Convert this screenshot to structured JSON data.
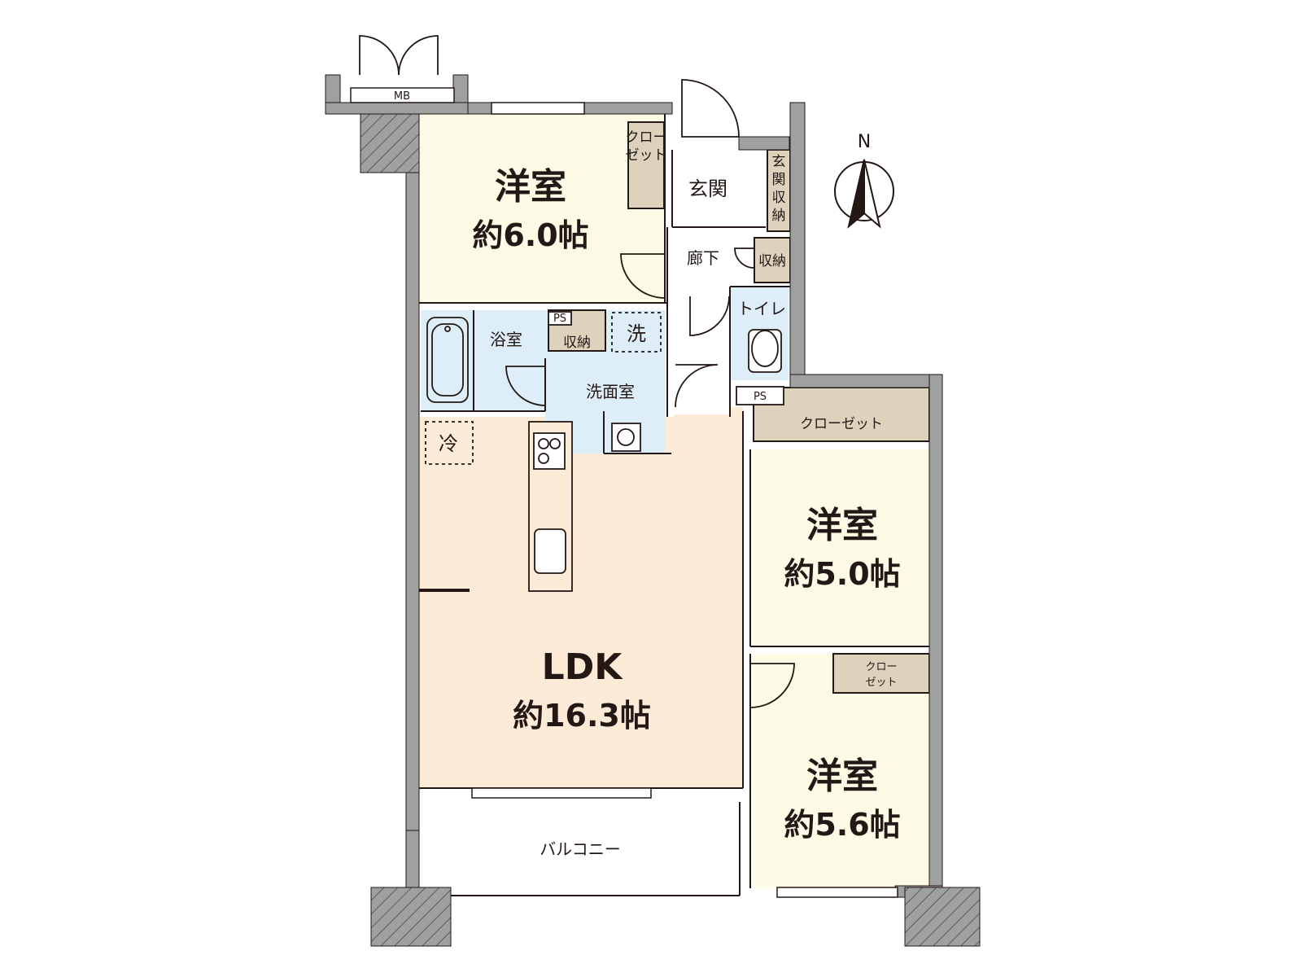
{
  "rooms": {
    "western_1": {
      "name": "洋室",
      "size": "約6.0帖"
    },
    "western_2": {
      "name": "洋室",
      "size": "約5.0帖"
    },
    "western_3": {
      "name": "洋室",
      "size": "約5.6帖"
    },
    "ldk": {
      "name": "LDK",
      "size": "約16.3帖"
    },
    "entrance": "玄関",
    "entrance_storage": [
      "玄",
      "関",
      "収",
      "納"
    ],
    "corridor": "廊下",
    "storage": "収納",
    "toilet": "トイレ",
    "bathroom": "浴室",
    "washroom": "洗面室",
    "washroom_storage": "収納",
    "washer": "洗",
    "fridge": "冷",
    "closet_1_lines": [
      "クロー",
      "ゼット"
    ],
    "closet_2": "クローゼット",
    "closet_3_lines": [
      "クロー",
      "ゼット"
    ],
    "balcony": "バルコニー",
    "mb": "MB",
    "ps_1": "PS",
    "ps_2": "PS"
  },
  "compass": {
    "label": "N"
  },
  "colors": {
    "wall": "#9fa0a0",
    "western": "#fdfae6",
    "ldk": "#fdebd7",
    "wet": "#ddeef9",
    "storage": "#ddd3bc",
    "line": "#231815"
  }
}
